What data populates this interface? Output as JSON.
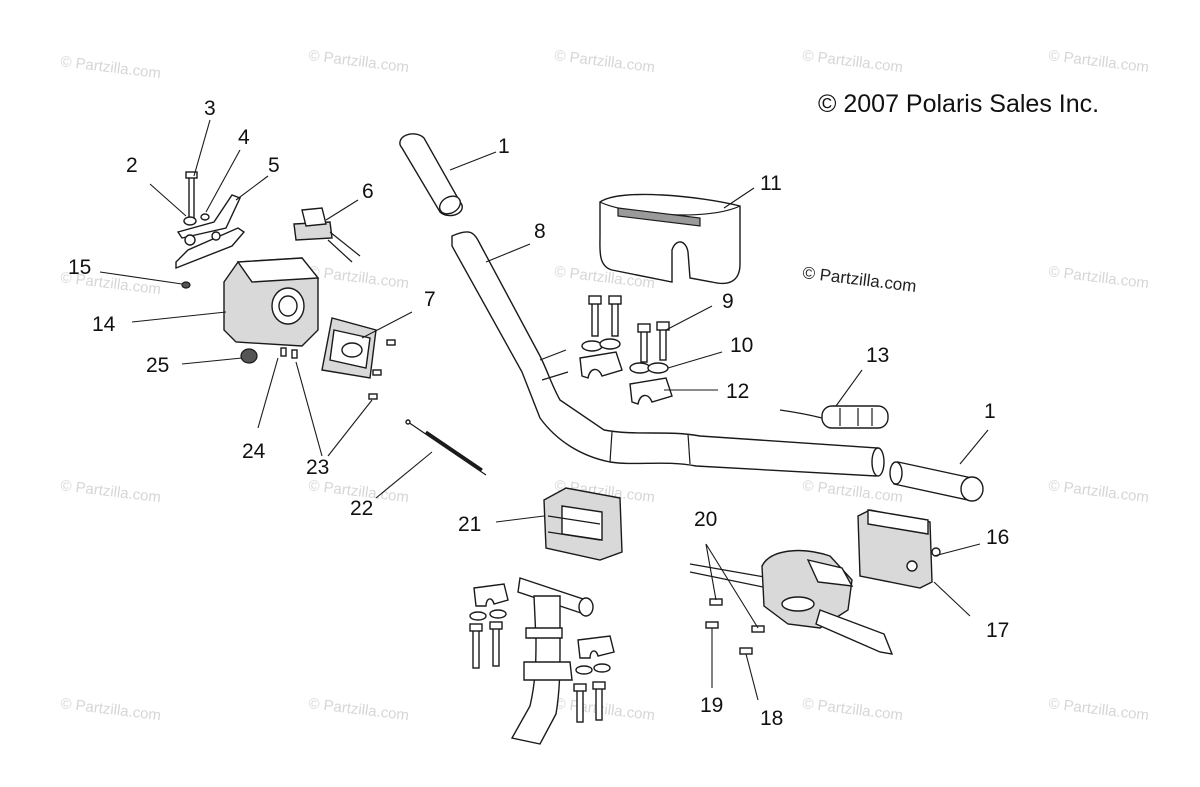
{
  "copyright": "© 2007 Polaris Sales Inc.",
  "watermark_text": "© Partzilla.com",
  "watermark_prominent": "© Partzilla.com",
  "callouts": [
    "1",
    "2",
    "3",
    "4",
    "5",
    "6",
    "7",
    "8",
    "9",
    "10",
    "11",
    "12",
    "13",
    "14",
    "15",
    "16",
    "17",
    "18",
    "19",
    "20",
    "21",
    "22",
    "23",
    "24",
    "25",
    "1"
  ],
  "colors": {
    "ink": "#111111",
    "watermark": "#d6d6d6",
    "background": "#ffffff"
  }
}
